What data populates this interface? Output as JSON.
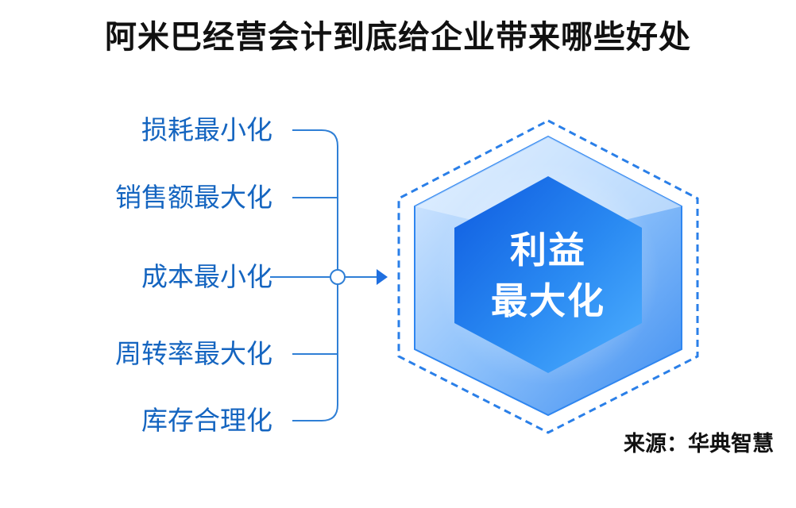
{
  "title": "阿米巴经营会计到底给企业带来哪些好处",
  "items": [
    {
      "label": "损耗最小化"
    },
    {
      "label": "销售额最大化"
    },
    {
      "label": "成本最小化"
    },
    {
      "label": "周转率最大化"
    },
    {
      "label": "库存合理化"
    }
  ],
  "center": {
    "line1": "利益",
    "line2": "最大化"
  },
  "source": "来源：华典智慧",
  "colors": {
    "text_blue": "#1565c0",
    "line_blue": "#2f7fd6",
    "hex_outer": "#5fa8f5",
    "hex_inner": "#1f6fe0"
  }
}
